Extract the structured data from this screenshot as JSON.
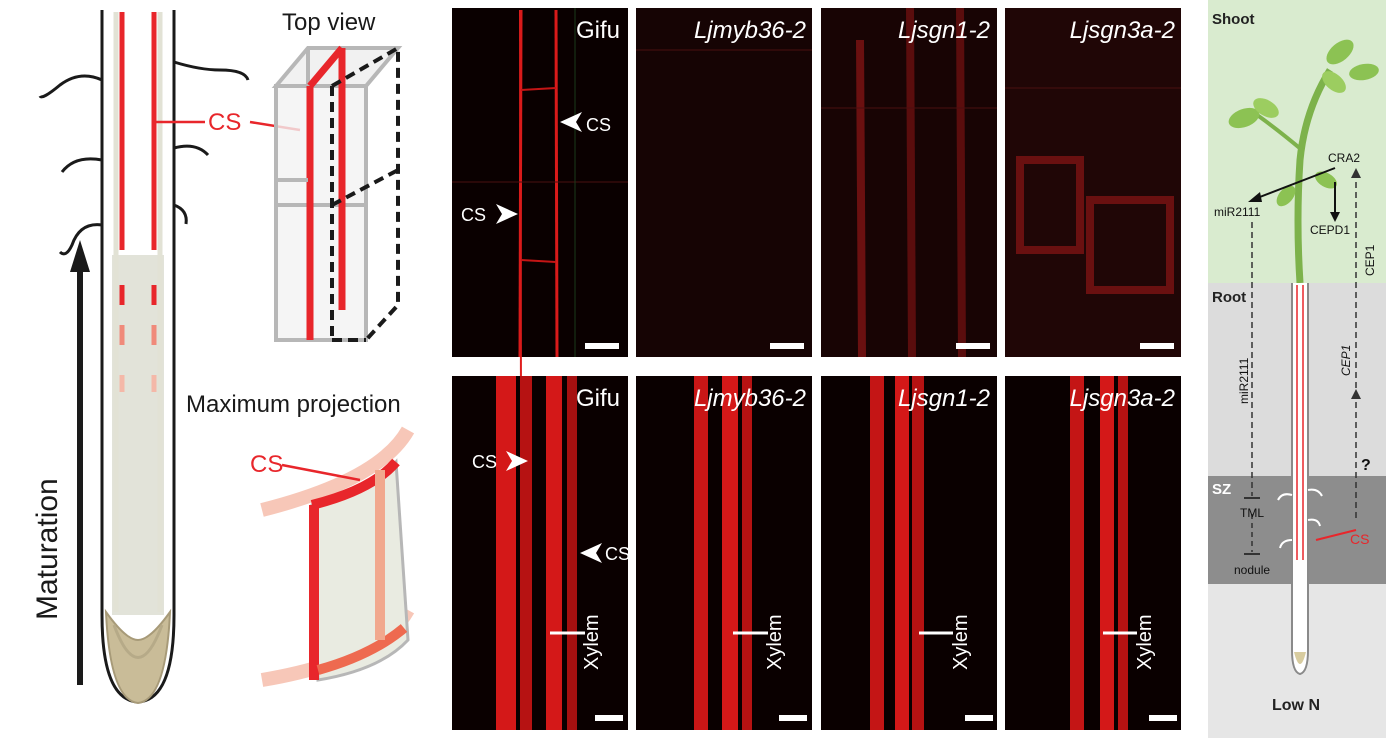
{
  "left_schematic": {
    "cs_label": "CS",
    "maturation_label": "Maturation"
  },
  "top_view": {
    "title": "Top view"
  },
  "max_projection": {
    "title": "Maximum projection",
    "cs_label": "CS"
  },
  "micrographs": {
    "top_row": [
      {
        "label": "Gifu",
        "italic": false
      },
      {
        "label": "Ljmyb36-2",
        "italic": true
      },
      {
        "label": "Ljsgn1-2",
        "italic": true
      },
      {
        "label": "Ljsgn3a-2",
        "italic": true
      }
    ],
    "bottom_row": [
      {
        "label": "Gifu",
        "italic": false
      },
      {
        "label": "Ljmyb36-2",
        "italic": true
      },
      {
        "label": "Ljsgn1-2",
        "italic": true
      },
      {
        "label": "Ljsgn3a-2",
        "italic": true
      }
    ],
    "cs_arrow_label": "CS",
    "xylem_label": "Xylem"
  },
  "model": {
    "shoot_label": "Shoot",
    "root_label": "Root",
    "sz_label": "SZ",
    "cra2": "CRA2",
    "mir2111_shoot": "miR2111",
    "cepd1": "CEPD1",
    "cep1_shoot": "CEP1",
    "mir2111_root": "miR2111",
    "cep1_root": "CEP1",
    "question": "?",
    "tml": "TML",
    "nodule": "nodule",
    "cs": "CS",
    "condition": "Low N",
    "colors": {
      "shoot_bg": "#d9ebcf",
      "root_bg": "#dcdcdc",
      "sz_bg": "#8d8d8d",
      "bottom_bg": "#e6e6e6",
      "accent_red": "#e8262b"
    }
  }
}
